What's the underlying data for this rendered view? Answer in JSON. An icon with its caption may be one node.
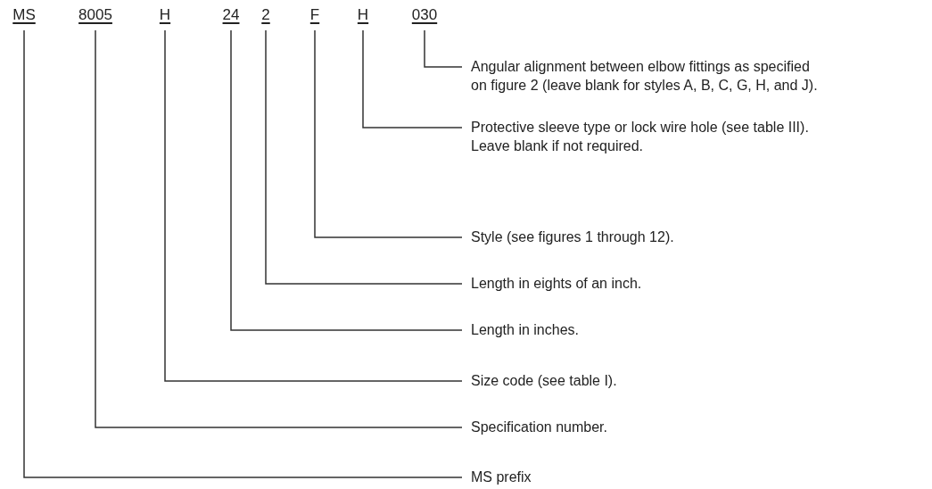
{
  "diagram": {
    "nodes": [
      {
        "text": [
          "MS"
        ]
      },
      {
        "text": [
          "8005"
        ]
      },
      {
        "text": [
          "H"
        ]
      },
      {
        "text": [
          "24"
        ]
      },
      {
        "text": [
          "2"
        ]
      },
      {
        "text": [
          "F"
        ]
      },
      {
        "text": [
          "H"
        ]
      },
      {
        "text": [
          "030"
        ]
      },
      {
        "text": [
          "Angular alignment between elbow fittings as specified on figure 2 (leave blank for styles A, B, C, G, H, and J)."
        ]
      },
      {
        "text": [
          "Protective sleeve type or lock wire hole (see table III).  Leave blank if not required."
        ]
      },
      {
        "text": [
          "Style (see figures 1 through 12)."
        ]
      },
      {
        "text": [
          "Length in eights of an inch."
        ]
      },
      {
        "text": [
          "Length in inches."
        ]
      },
      {
        "text": [
          "Size code (see table I)."
        ]
      },
      {
        "text": [
          "Specification number."
        ]
      },
      {
        "text": [
          "MS prefix"
        ]
      }
    ],
    "edges": [
      {
        "from": 7,
        "to": 8,
        "arrow": "none"
      },
      {
        "from": 6,
        "to": 9,
        "arrow": "none"
      },
      {
        "from": 5,
        "to": 10,
        "arrow": "none"
      },
      {
        "from": 4,
        "to": 11,
        "arrow": "none"
      },
      {
        "from": 3,
        "to": 12,
        "arrow": "none"
      },
      {
        "from": 2,
        "to": 13,
        "arrow": "none"
      },
      {
        "from": 1,
        "to": 14,
        "arrow": "none"
      },
      {
        "from": 0,
        "to": 15,
        "arrow": "none"
      }
    ]
  }
}
